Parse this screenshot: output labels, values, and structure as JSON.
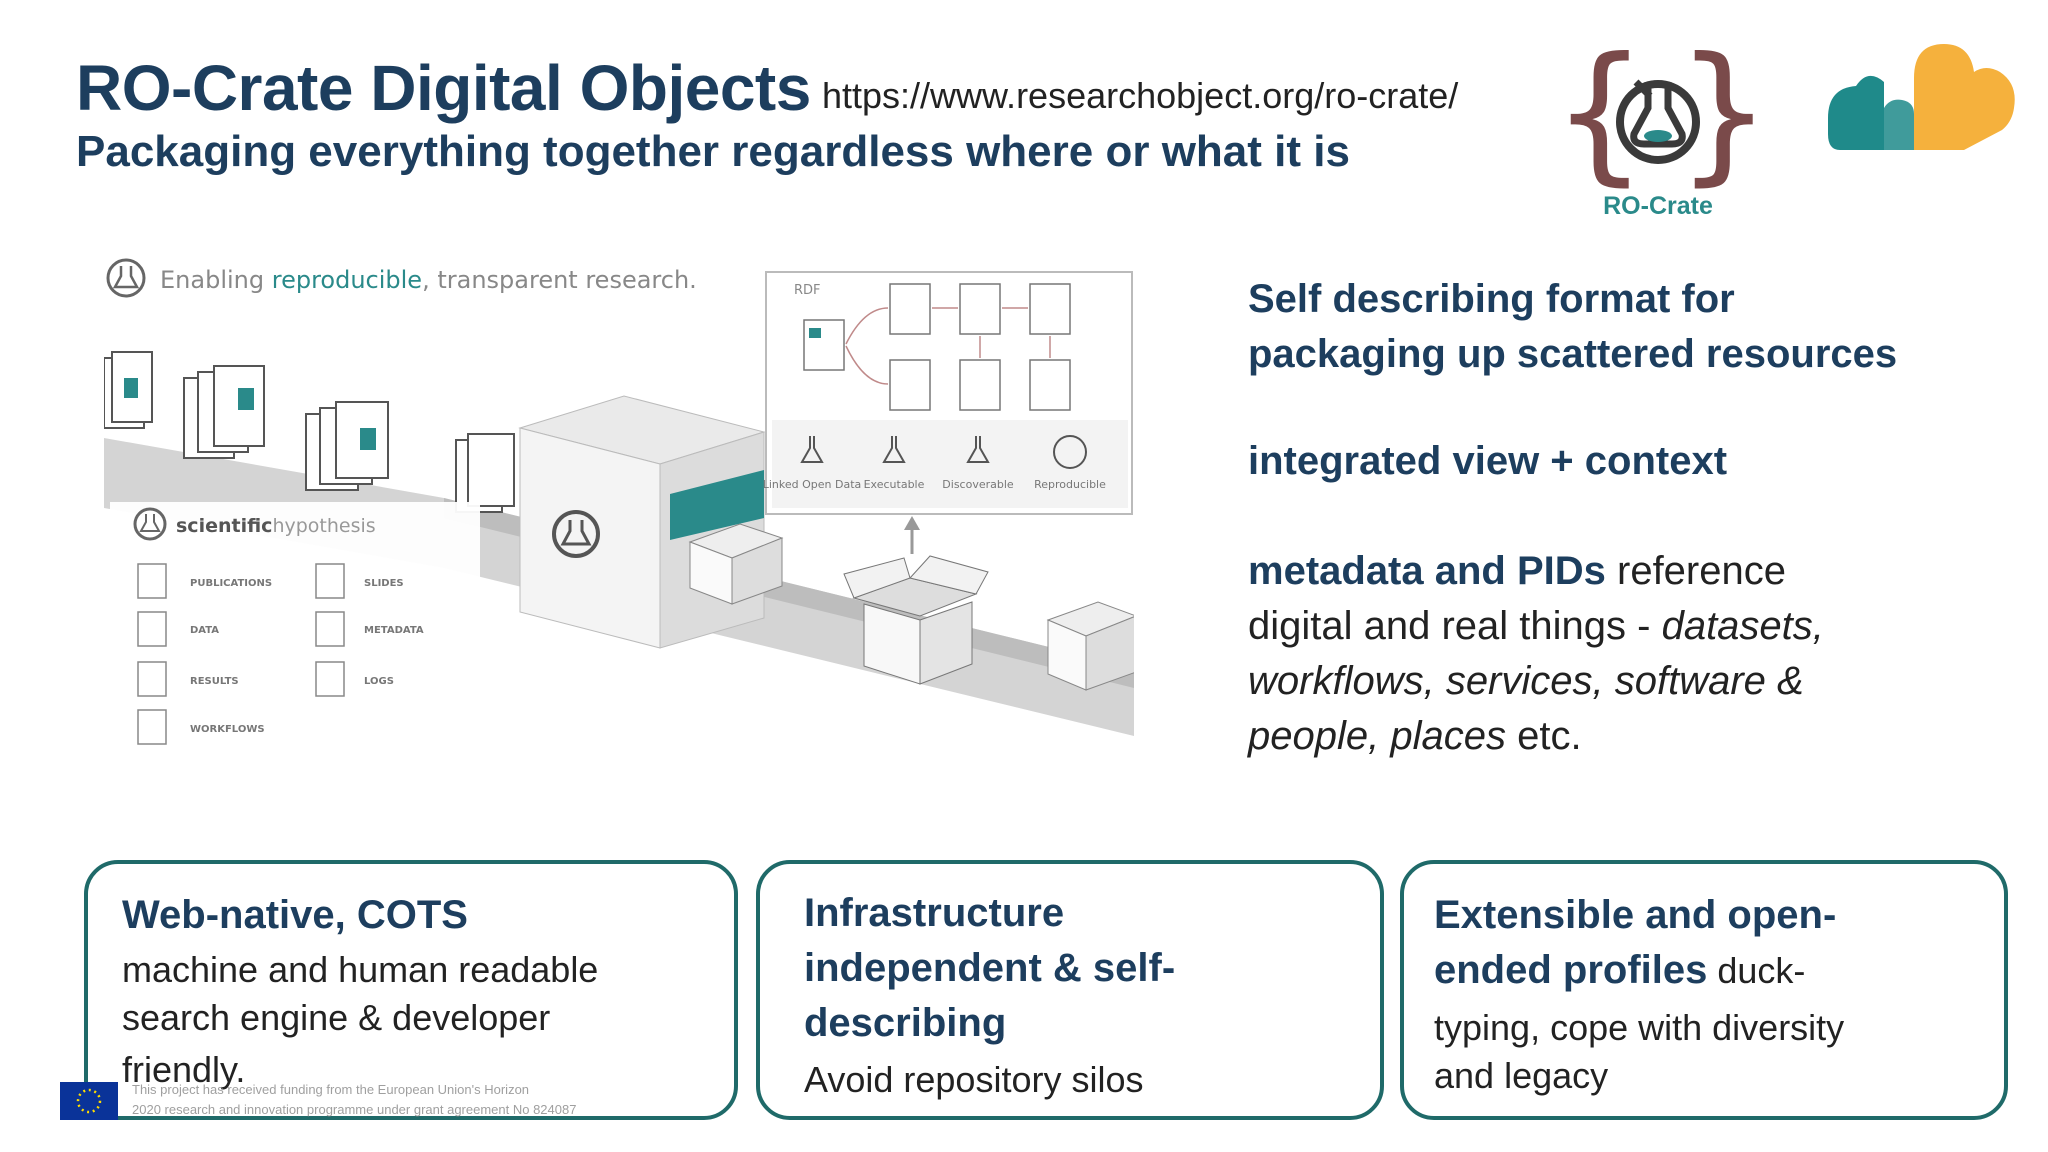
{
  "slide": {
    "title": "RO-Crate Digital Objects",
    "subtitle": "Packaging everything together regardless where or what it is",
    "url": "https://www.researchobject.org/ro-crate/"
  },
  "logos": {
    "rocrate_label": "RO-Crate",
    "rocrate_color": "#7a4a4a",
    "accent_teal": "#2a8a8a",
    "cloud_colors": [
      "#1f8a8a",
      "#f5b13d"
    ]
  },
  "diagram": {
    "tagline_prefix": "Enabling ",
    "tagline_emph": "reproducible",
    "tagline_suffix": ", transparent research.",
    "rdf_label": "RDF",
    "features": [
      "Linked Open Data",
      "Executable",
      "Discoverable",
      "Reproducible"
    ],
    "hypothesis_bold": "scientific",
    "hypothesis_rest": "hypothesis",
    "items_left": [
      "PUBLICATIONS",
      "DATA",
      "RESULTS",
      "WORKFLOWS"
    ],
    "items_right": [
      "SLIDES",
      "METADATA",
      "LOGS"
    ]
  },
  "right_text": {
    "line1": "Self describing format for",
    "line2": "packaging up scattered resources",
    "integrated": "integrated view + context",
    "meta_bold": "metadata and PIDs",
    "meta_rest1": " reference",
    "meta_line2": "digital and real things - ",
    "meta_italic1": "datasets,",
    "meta_italic2": "workflows, services, software &",
    "meta_italic3": "people, places",
    "meta_end": " etc."
  },
  "boxes": {
    "box1_title": "Web-native, COTS",
    "box1_line1": "machine and human readable",
    "box1_line2": "search engine &  developer",
    "box1_line3": "friendly.",
    "box2_title1": "Infrastructure",
    "box2_title2": "independent &  self-",
    "box2_title3": "describing",
    "box2_body": "Avoid repository silos",
    "box3_title1": "Extensible and open-",
    "box3_title2": "ended profiles",
    "box3_body_inline": " duck-",
    "box3_line2": "typing, cope with diversity",
    "box3_line3": "and legacy"
  },
  "footer": {
    "funding_line1": "This project has received funding from the European Union's Horizon",
    "funding_line2": "2020 research and innovation programme under grant agreement No 824087"
  }
}
